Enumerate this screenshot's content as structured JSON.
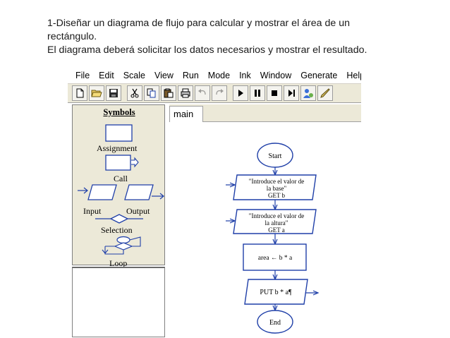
{
  "slide": {
    "lines": [
      "1-Diseñar un diagrama de flujo para calcular y mostrar el área de un",
      "rectángulo.",
      "El diagrama deberá solicitar los datos necesarios y mostrar el resultado."
    ]
  },
  "menu": {
    "items": [
      "File",
      "Edit",
      "Scale",
      "View",
      "Run",
      "Mode",
      "Ink",
      "Window",
      "Generate",
      "Help"
    ]
  },
  "toolbar": {
    "buttons": [
      {
        "icon": "new-file-icon",
        "enabled": true
      },
      {
        "icon": "open-folder-icon",
        "enabled": true
      },
      {
        "icon": "save-icon",
        "enabled": true
      },
      {
        "icon": "cut-icon",
        "enabled": true
      },
      {
        "icon": "copy-icon",
        "enabled": true
      },
      {
        "icon": "paste-icon",
        "enabled": true
      },
      {
        "icon": "print-icon",
        "enabled": true
      },
      {
        "icon": "undo-icon",
        "enabled": false
      },
      {
        "icon": "redo-icon",
        "enabled": false
      },
      {
        "icon": "play-icon",
        "enabled": true
      },
      {
        "icon": "pause-icon",
        "enabled": true
      },
      {
        "icon": "stop-icon",
        "enabled": true
      },
      {
        "icon": "step-icon",
        "enabled": true
      },
      {
        "icon": "person-icon",
        "enabled": true
      },
      {
        "icon": "pen-icon",
        "enabled": true
      }
    ]
  },
  "symbols": {
    "title": "Symbols",
    "assignment": "Assignment",
    "call": "Call",
    "input": "Input",
    "output": "Output",
    "selection": "Selection",
    "loop": "Loop"
  },
  "tab": {
    "label": "main"
  },
  "flowchart": {
    "start": "Start",
    "input_base_line1": "\"Introduce el valor de",
    "input_base_line2": "la base\"",
    "input_base_line3": "GET b",
    "input_height_line1": "\"Introduce el valor de",
    "input_height_line2": "la altura\"",
    "input_height_line3": "GET a",
    "assignment": "area  ← b * a",
    "output": "PUT b * a¶",
    "end": "End"
  }
}
